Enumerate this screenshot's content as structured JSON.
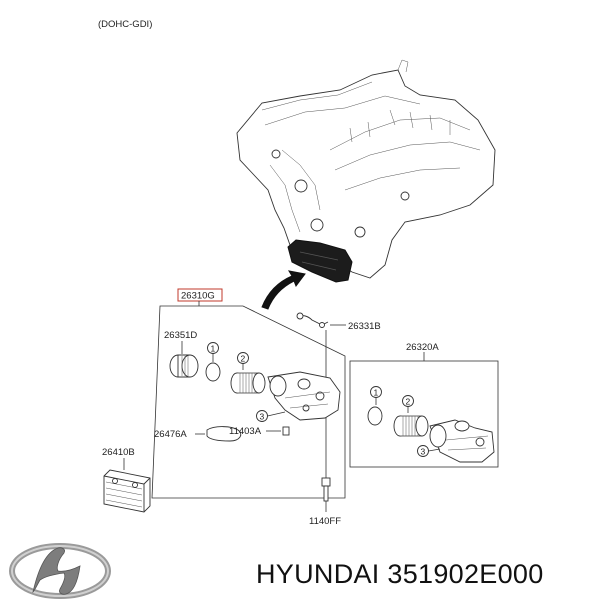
{
  "header": {
    "variant": "(DOHC-GDI)"
  },
  "parts": {
    "assembly": "26310G",
    "cap": "26351D",
    "pipe": "26331B",
    "kit": "26320A",
    "gasket": "26476A",
    "bolt_small": "11403A",
    "cooler": "26410B",
    "bolt_long": "1140FF"
  },
  "callouts": {
    "c1": "1",
    "c2": "2",
    "c3": "3",
    "k1": "1",
    "k2": "2",
    "k3": "3"
  },
  "footer": {
    "brand_text": "HYUNDAI 351902E000"
  },
  "colors": {
    "highlight_box": "#c0392b",
    "ink": "#222222"
  }
}
